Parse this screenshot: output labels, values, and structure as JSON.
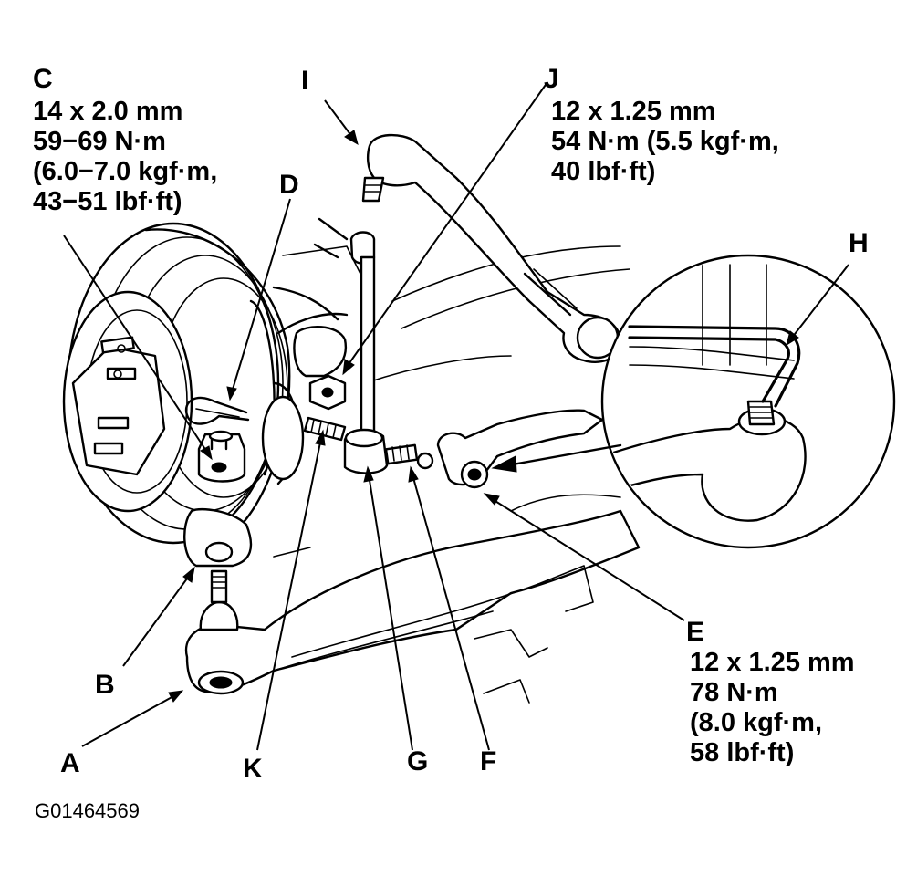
{
  "callouts": {
    "A": "A",
    "B": "B",
    "C": "C",
    "D": "D",
    "E": "E",
    "F": "F",
    "G": "G",
    "H": "H",
    "I": "I",
    "J": "J",
    "K": "K"
  },
  "specs": {
    "C": [
      "14 x 2.0 mm",
      "59−69 N·m",
      "(6.0−7.0 kgf·m,",
      "43−51 lbf·ft)"
    ],
    "J": [
      "12 x 1.25 mm",
      "54 N·m (5.5 kgf·m,",
      "40 lbf·ft)"
    ],
    "E": [
      "12 x 1.25 mm",
      "78 N·m",
      "(8.0 kgf·m,",
      "58 lbf·ft)"
    ]
  },
  "figure_id": "G01464569"
}
